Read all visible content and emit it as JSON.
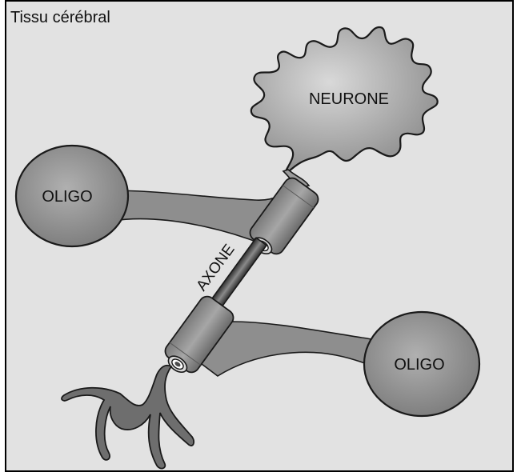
{
  "title": "Tissu cérébral",
  "labels": {
    "neurone": "NEURONE",
    "oligo_left": "OLIGO",
    "oligo_right": "OLIGO",
    "axone": "AXONE"
  },
  "colors": {
    "background": "#e2e2e2",
    "border": "#000000",
    "cell_fill": "#9a9a9a",
    "cell_highlight": "#d4d4d4",
    "cell_stroke": "#1a1a1a",
    "process_fill": "#8e8e8e",
    "myelin_dark": "#6f6f6f",
    "axon_dark": "#3a3a3a"
  }
}
